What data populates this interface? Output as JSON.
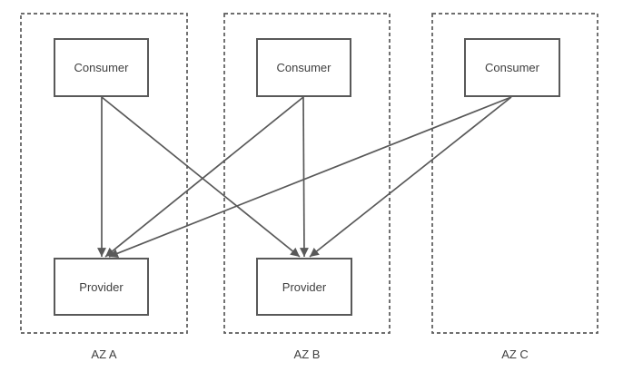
{
  "diagram": {
    "zones": [
      {
        "id": "az-a",
        "label": "AZ A"
      },
      {
        "id": "az-b",
        "label": "AZ B"
      },
      {
        "id": "az-c",
        "label": "AZ C"
      }
    ],
    "nodes": [
      {
        "id": "consumer-az-a",
        "label": "Consumer",
        "zone": "AZ A",
        "role": "consumer"
      },
      {
        "id": "consumer-az-b",
        "label": "Consumer",
        "zone": "AZ B",
        "role": "consumer"
      },
      {
        "id": "consumer-az-c",
        "label": "Consumer",
        "zone": "AZ C",
        "role": "consumer"
      },
      {
        "id": "provider-az-a",
        "label": "Provider",
        "zone": "AZ A",
        "role": "provider"
      },
      {
        "id": "provider-az-b",
        "label": "Provider",
        "zone": "AZ B",
        "role": "provider"
      }
    ],
    "edges": [
      {
        "from": "consumer-az-a",
        "to": "provider-az-a"
      },
      {
        "from": "consumer-az-a",
        "to": "provider-az-b"
      },
      {
        "from": "consumer-az-b",
        "to": "provider-az-a"
      },
      {
        "from": "consumer-az-b",
        "to": "provider-az-b"
      },
      {
        "from": "consumer-az-c",
        "to": "provider-az-a"
      },
      {
        "from": "consumer-az-c",
        "to": "provider-az-b"
      }
    ],
    "colors": {
      "stroke": "#595959",
      "text": "#3f3f3f",
      "background": "#ffffff"
    }
  }
}
